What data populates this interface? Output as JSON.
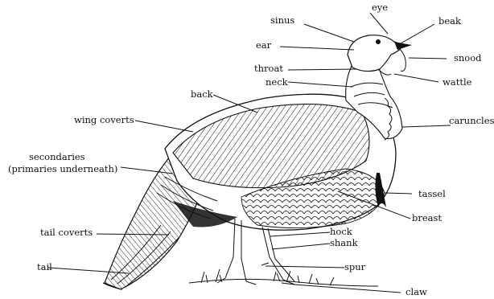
{
  "labels": {
    "eye": "eye",
    "sinus": "sinus",
    "beak": "beak",
    "ear": "ear",
    "snood": "snood",
    "throat": "throat",
    "neck": "neck",
    "wattle": "wattle",
    "back": "back",
    "wing_coverts": "wing coverts",
    "caruncles": "caruncles",
    "secondaries": "secondaries",
    "primaries_underneath": "(primaries underneath)",
    "tassel": "tassel",
    "breast": "breast",
    "tail_coverts": "tail coverts",
    "hock": "hock",
    "shank": "shank",
    "tail": "tail",
    "spur": "spur",
    "claw": "claw"
  },
  "colors": {
    "ink": "#111111",
    "background": "#ffffff"
  }
}
